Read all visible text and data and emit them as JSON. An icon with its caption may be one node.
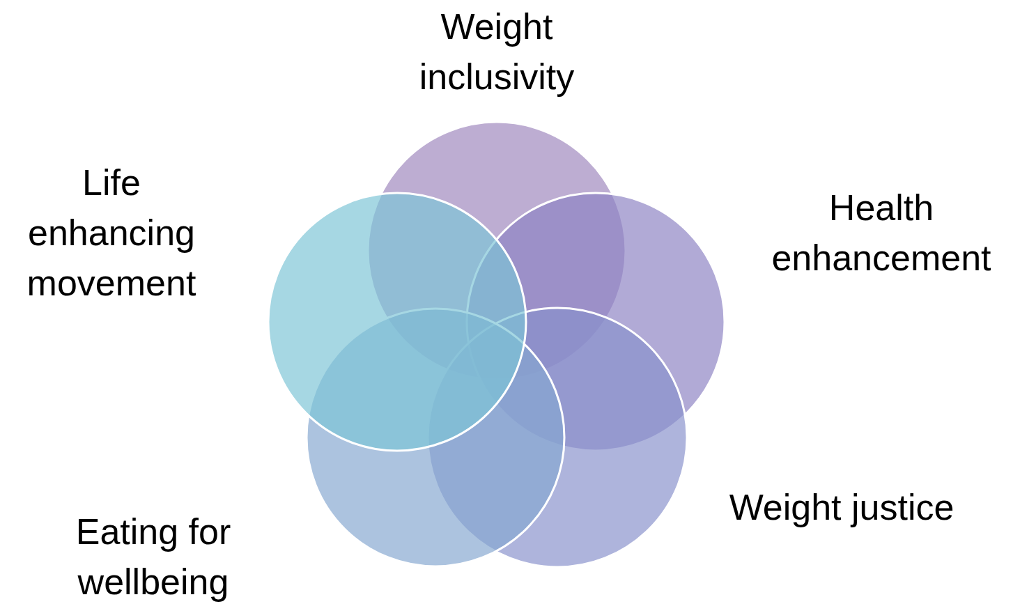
{
  "diagram": {
    "nodes": [
      {
        "text": [
          "Weight inclusivity"
        ]
      },
      {
        "text": [
          "Health enhancement"
        ]
      },
      {
        "text": [
          "Weight justice"
        ]
      },
      {
        "text": [
          "Eating for wellbeing"
        ]
      },
      {
        "text": [
          "Life enhancing movement"
        ]
      }
    ]
  }
}
